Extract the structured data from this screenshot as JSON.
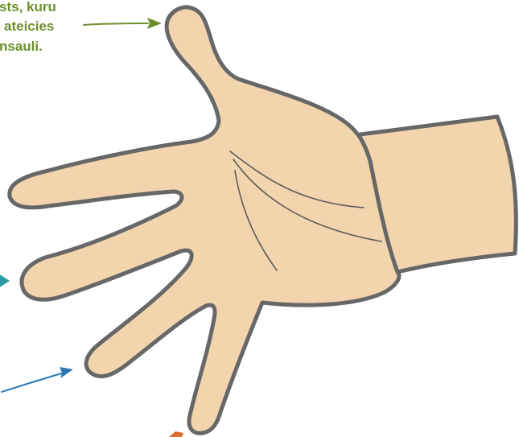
{
  "caption": {
    "lines": [
      "sts, kuru",
      "ateicies",
      "nsauli."
    ],
    "color": "#6f8f2f"
  },
  "colors": {
    "skin": "#f2d4ad",
    "outline": "#676767",
    "arrow_green": "#6f8f2f",
    "arrow_teal": "#2a9aa3",
    "arrow_blue": "#2a79b7",
    "arrow_orange": "#e06a2a"
  }
}
